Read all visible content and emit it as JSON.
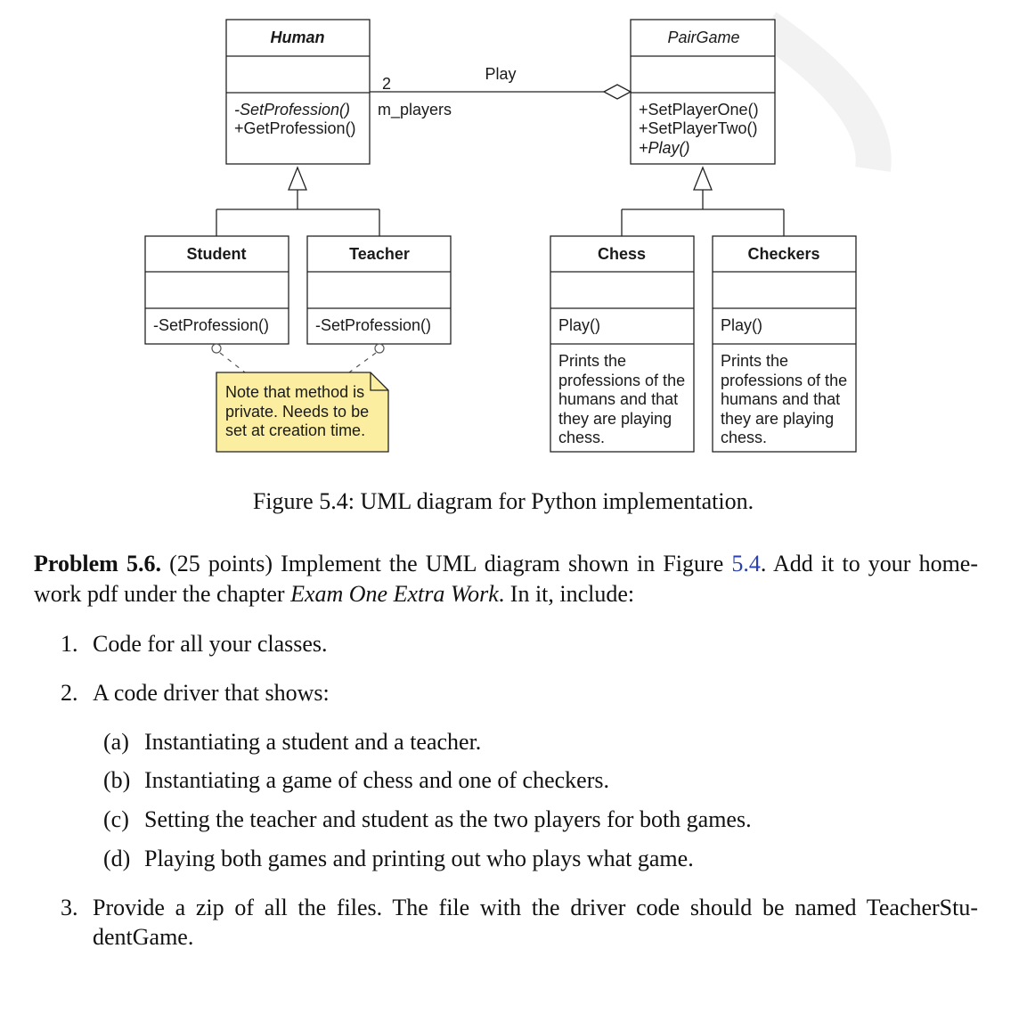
{
  "diagram": {
    "classes": {
      "human": {
        "name": "Human",
        "methods": [
          "-SetProfession()",
          "+GetProfession()"
        ]
      },
      "pairgame": {
        "name": "PairGame",
        "methods": [
          "+SetPlayerOne()",
          "+SetPlayerTwo()",
          "+Play()"
        ]
      },
      "student": {
        "name": "Student",
        "methods": [
          "-SetProfession()"
        ]
      },
      "teacher": {
        "name": "Teacher",
        "methods": [
          "-SetProfession()"
        ]
      },
      "chess": {
        "name": "Chess",
        "methods": [
          "Play()"
        ],
        "note": [
          "Prints the",
          "professions of the",
          "humans and that",
          "they are playing",
          "chess."
        ]
      },
      "checkers": {
        "name": "Checkers",
        "methods": [
          "Play()"
        ],
        "note": [
          "Prints the",
          "professions of the",
          "humans and that",
          "they are playing",
          "chess."
        ]
      }
    },
    "association": {
      "label": "Play",
      "multiplicity": "2",
      "role": "m_players"
    },
    "note": [
      "Note that method is",
      "private.  Needs to be",
      "set at creation time."
    ],
    "note_color": "#fbeea1"
  },
  "caption": "Figure 5.4: UML diagram for Python implementation.",
  "problem": {
    "lead": "Problem 5.6.",
    "text_before": " (25 points) Implement the UML diagram shown in Figure ",
    "ref": "5.4",
    "text_mid": ". Add it to your home-work pdf under the chapter ",
    "chapter": "Exam One Extra Work",
    "text_after": ". In it, include:"
  },
  "list": [
    {
      "num": "1.",
      "text": "Code for all your classes."
    },
    {
      "num": "2.",
      "text": "A code driver that shows:"
    },
    {
      "num": "3.",
      "text": "Provide a zip of all the files.  The file with the driver code should be named TeacherStu-dentGame."
    }
  ],
  "sublist": [
    {
      "num": "(a)",
      "text": "Instantiating a student and a teacher."
    },
    {
      "num": "(b)",
      "text": "Instantiating a game of chess and one of checkers."
    },
    {
      "num": "(c)",
      "text": "Setting the teacher and student as the two players for both games."
    },
    {
      "num": "(d)",
      "text": "Playing both games and printing out who plays what game."
    }
  ],
  "ref_color": "#2a3fb0"
}
